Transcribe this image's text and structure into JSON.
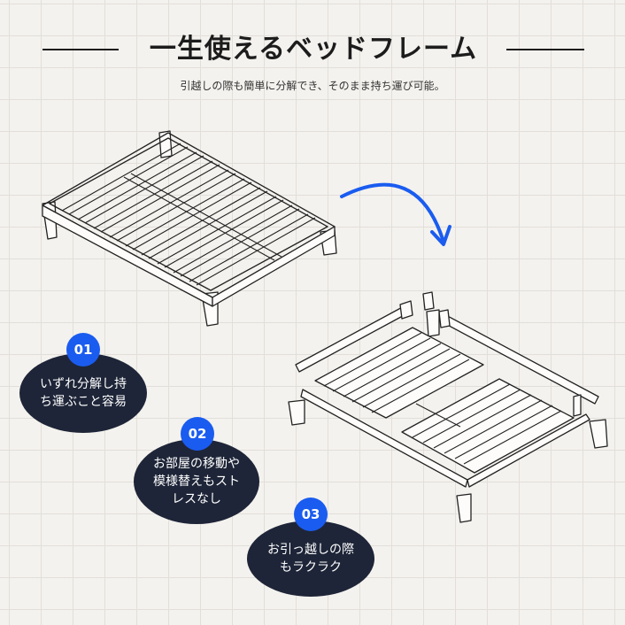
{
  "header": {
    "title": "一生使えるベッドフレーム",
    "subtitle": "引越しの際も簡単に分解でき、そのまま持ち運び可能。"
  },
  "features": [
    {
      "number": "01",
      "text": "いずれ分解し持\nち運ぶこと容易"
    },
    {
      "number": "02",
      "text": "お部屋の移動や\n模様替えもスト\nレスなし"
    },
    {
      "number": "03",
      "text": "お引っ越しの際\nもラクラク"
    }
  ],
  "colors": {
    "background": "#f4f2ee",
    "badge": "#1e2538",
    "accent": "#1a5cf0"
  }
}
